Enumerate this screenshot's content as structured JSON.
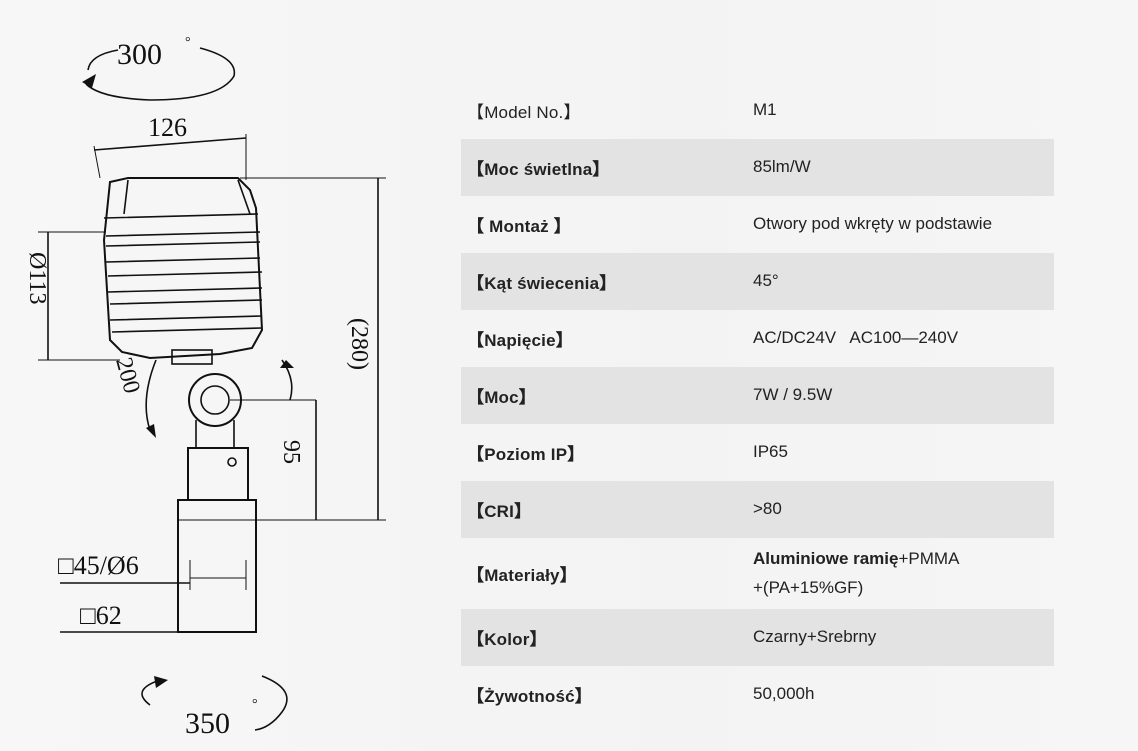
{
  "drawing": {
    "rotation_top": "300",
    "rotation_bottom": "350",
    "rotation_side": "200",
    "degree_mark": "°",
    "width_label": "126",
    "diameter_label": "Ø113",
    "height_label": "(280)",
    "joint_height_label": "95",
    "base_label_1": "□45/Ø6",
    "base_label_2": "□62"
  },
  "specs": [
    {
      "label": "【Model No.】",
      "value": "M1"
    },
    {
      "label": "【Moc świetlna】",
      "value": "85lm/W"
    },
    {
      "label": "【 Montaż 】",
      "value": "Otwory pod wkręty w podstawie"
    },
    {
      "label": "【Kąt świecenia】",
      "value": "45°"
    },
    {
      "label": "【Napięcie】",
      "value": "AC/DC24V   AC100—240V"
    },
    {
      "label": "【Moc】",
      "value": "7W / 9.5W"
    },
    {
      "label": "【Poziom IP】",
      "value": "IP65"
    },
    {
      "label": "【CRI】",
      "value": ">80"
    },
    {
      "label": "【Materiały】",
      "value_bold": "Aluminiowe ramię",
      "value": "+PMMA",
      "value_line2": "+(PA+15%GF)"
    },
    {
      "label": "【Kolor】",
      "value": "Czarny+Srebrny"
    },
    {
      "label": "【Żywotność】",
      "value": "50,000h"
    }
  ]
}
